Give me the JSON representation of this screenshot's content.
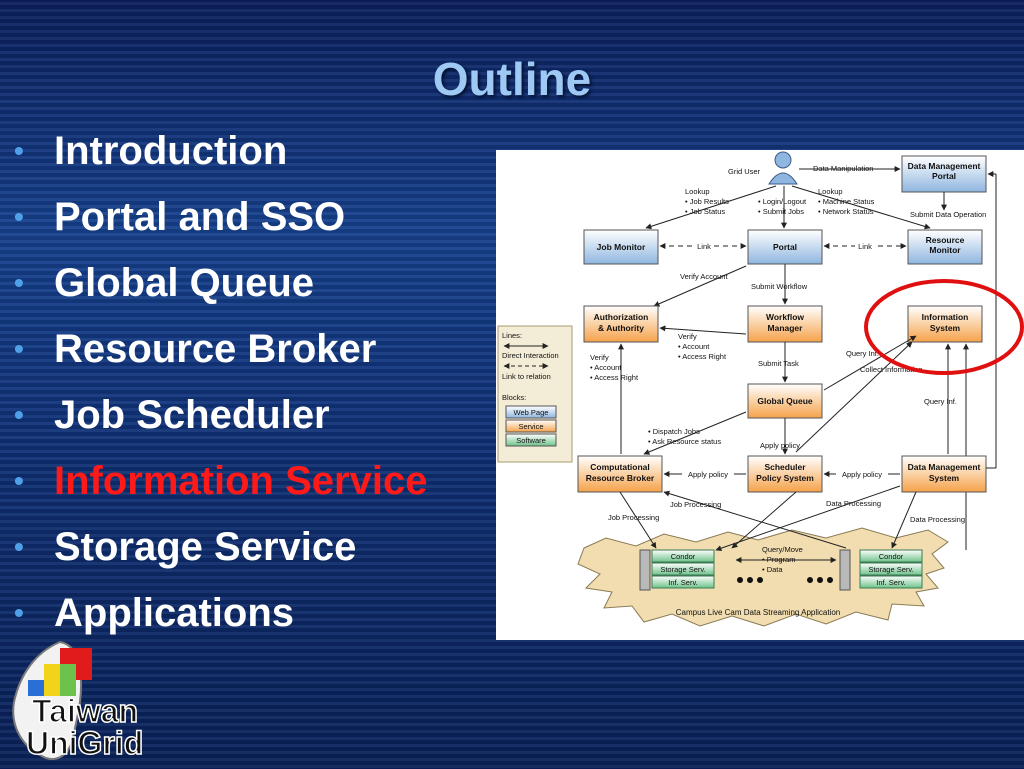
{
  "title": "Outline",
  "bullets": [
    {
      "text": "Introduction",
      "active": false
    },
    {
      "text": "Portal and SSO",
      "active": false
    },
    {
      "text": "Global Queue",
      "active": false
    },
    {
      "text": "Resource Broker",
      "active": false
    },
    {
      "text": "Job Scheduler",
      "active": false
    },
    {
      "text": "Information Service",
      "active": true
    },
    {
      "text": "Storage Service",
      "active": false
    },
    {
      "text": "Applications",
      "active": false
    }
  ],
  "diagram": {
    "grid_user": "Grid User",
    "data_manipulation": "Data Manipulation",
    "dm_portal": [
      "Data Management",
      "Portal"
    ],
    "lookup_left": [
      "Lookup",
      "• Job Results",
      "• Job Status"
    ],
    "login": [
      "• Login/Logout",
      "• Submit Jobs"
    ],
    "lookup_right": [
      "Lookup",
      "• Machine Status",
      "• Network Status"
    ],
    "submit_data_op": "Submit Data Operation",
    "job_monitor": "Job Monitor",
    "portal": "Portal",
    "resource_monitor": [
      "Resource",
      "Monitor"
    ],
    "link": "Link",
    "verify_account": "Verify Account",
    "submit_workflow": "Submit Workflow",
    "auth": [
      "Authorization",
      "& Authority"
    ],
    "workflow_manager": [
      "Workflow",
      "Manager"
    ],
    "information_system": [
      "Information",
      "System"
    ],
    "verify_mid": [
      "Verify",
      "• Account",
      "• Access Right"
    ],
    "verify_left": [
      "Verify",
      "• Account",
      "• Access Right"
    ],
    "submit_task": "Submit Task",
    "query_inf_short": "Query Inf.",
    "collect_information": "Collect Information",
    "global_queue": "Global Queue",
    "query_inf": "Query Inf.",
    "dispatch": [
      "• Dispatch Jobs",
      "• Ask Resource status"
    ],
    "apply_policy": "Apply policy",
    "crb": [
      "Computational",
      "Resource Broker"
    ],
    "scheduler": [
      "Scheduler",
      "Policy System"
    ],
    "dm_system": [
      "Data Management",
      "System"
    ],
    "job_processing": "Job Processing",
    "data_processing": "Data Processing",
    "query_move": [
      "Query/Move",
      "• Program",
      "• Data"
    ],
    "site_services": [
      "Condor",
      "Storage Serv.",
      "Inf. Serv."
    ],
    "campus_app": "Campus Live Cam Data Streaming Application",
    "legend": {
      "lines": "Lines:",
      "direct": "Direct Interaction",
      "link_relation": "Link to relation",
      "blocks": "Blocks:",
      "web_page": "Web Page",
      "service": "Service",
      "software": "Software"
    }
  },
  "logo": {
    "line1": "Taiwan",
    "line2": "UniGrid"
  },
  "colors": {
    "title": "#9ec9f5",
    "active_bullet": "#ff1a1a",
    "highlight_circle": "#e01010"
  }
}
